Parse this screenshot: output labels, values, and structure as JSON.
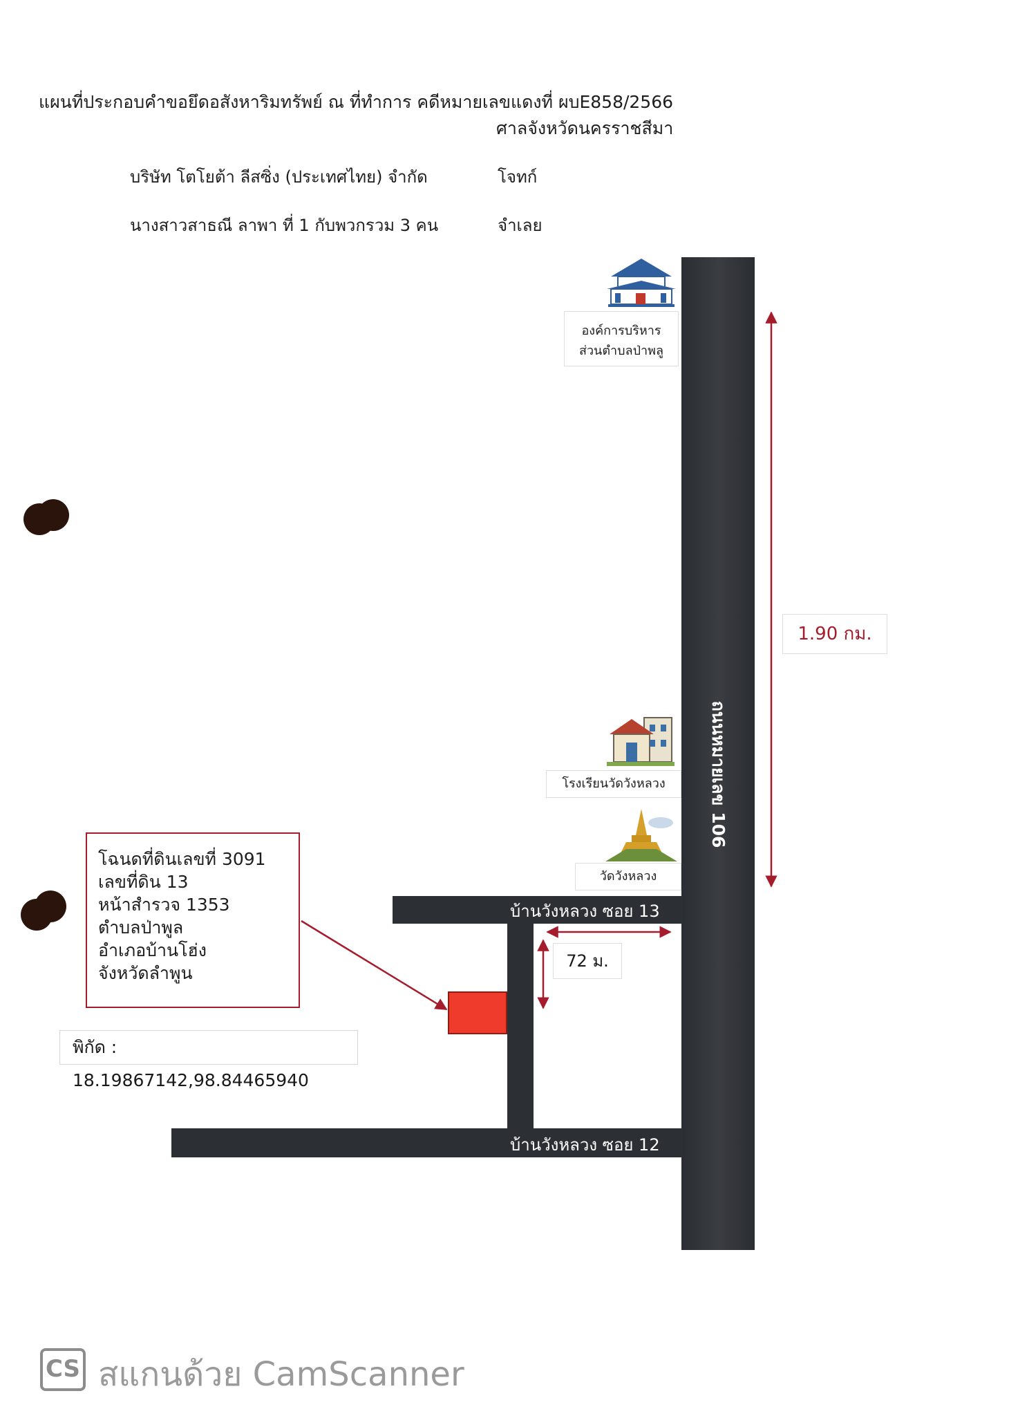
{
  "header": {
    "title_line1": "แผนที่ประกอบคำขอยึดอสังหาริมทรัพย์ ณ ที่ทำการ คดีหมายเลขแดงที่ ผบE858/2566",
    "title_line2": "ศาลจังหวัดนครราชสีมา",
    "plaintiff_name": "บริษัท โตโยต้า ลีสซิ่ง (ประเทศไทย) จำกัด",
    "plaintiff_role": "โจทก์",
    "defendant_name": "นางสาวสาธณี ลาพา ที่ 1 กับพวกรวม 3 คน",
    "defendant_role": "จำเลย"
  },
  "map": {
    "main_road_label": "ถนนหมายเลข 106",
    "soi13_label": "บ้านวังหลวง ซอย 13",
    "soi12_label": "บ้านวังหลวง ซอย 12",
    "distance_label": "1.90 กม.",
    "short_distance_label": "72 ม.",
    "landmarks": {
      "tao_line1": "องค์การบริหาร",
      "tao_line2": "ส่วนตำบลป่าพลู",
      "school": "โรงเรียนวัดวังหลวง",
      "temple": "วัดวังหลวง"
    },
    "parcel_info": {
      "line1": "โฉนดที่ดินเลขที่ 3091",
      "line2": "เลขที่ดิน 13",
      "line3": "หน้าสำรวจ 1353",
      "line4": "ตำบลป่าพูล",
      "line5": "อำเภอบ้านโฮ่ง",
      "line6": "จังหวัดลำพูน"
    },
    "coordinates": "พิกัด : 18.19867142,98.84465940",
    "colors": {
      "road": "#2c2f33",
      "parcel": "#ef3b2c",
      "accent": "#a51d2d"
    }
  },
  "watermark": {
    "logo": "CS",
    "text": "สแกนด้วย CamScanner"
  }
}
